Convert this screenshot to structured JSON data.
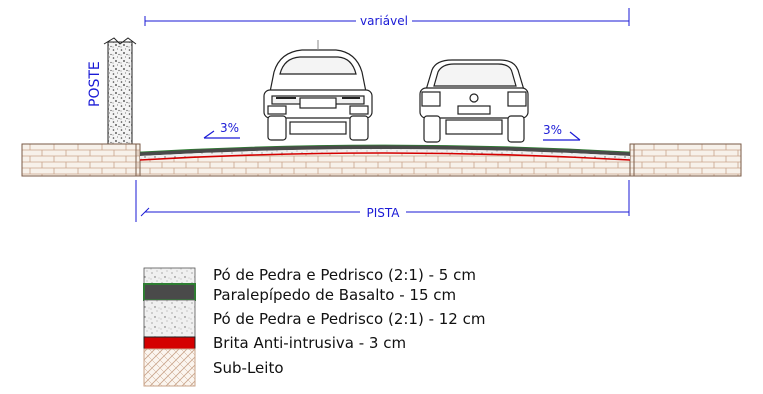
{
  "diagram": {
    "width_label": "variável",
    "pista_label": "PISTA",
    "poste_label": "POSTE",
    "slope_left": "3%",
    "slope_right": "3%"
  },
  "legend": {
    "items": [
      {
        "label": "Pó de Pedra e Pedrisco (2:1) - 5 cm",
        "swatch": "stone-dust-thin"
      },
      {
        "label": "Paralepípedo de Basalto - 15 cm",
        "swatch": "basalt-paver"
      },
      {
        "label": "Pó de Pedra e Pedrisco (2:1) - 12 cm",
        "swatch": "stone-dust-thick"
      },
      {
        "label": "Brita Anti-intrusiva - 3 cm",
        "swatch": "anti-intrusive-gravel"
      },
      {
        "label": "Sub-Leito",
        "swatch": "subgrade"
      }
    ]
  },
  "colors": {
    "dimension": "#1a1ad6",
    "basalt": "#4a4a4a",
    "basalt_edge": "#2e7d32",
    "anti_intrusive": "#d40000",
    "subgrade_hatch": "#c9a48a",
    "stone_dust": "#e8e8e8"
  }
}
